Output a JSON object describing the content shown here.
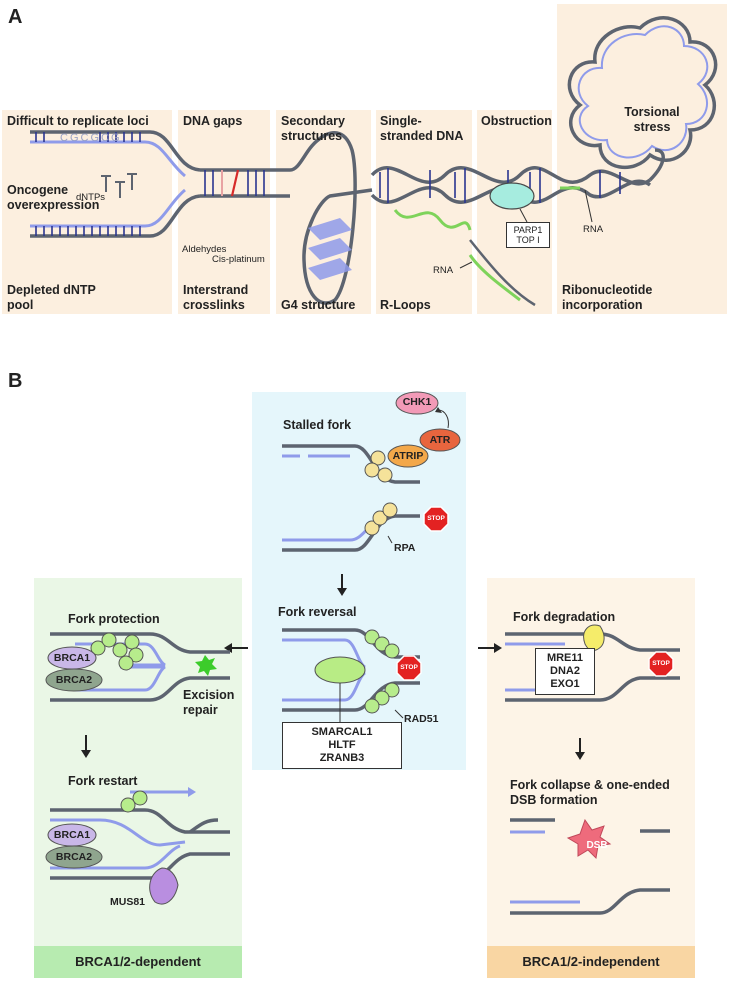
{
  "panel_a": {
    "letter": "A",
    "difficult_loci": "Difficult to replicate loci",
    "gc_seq": "CGCGCG",
    "oncogene": "Oncogene overexpression",
    "dntps": "dNTPs",
    "depleted": "Depleted dNTP pool",
    "dna_gaps": "DNA gaps",
    "aldehydes": "Aldehydes",
    "cisplatin": "Cis-platinum",
    "crosslinks": "Interstrand crosslinks",
    "secondary": "Secondary structures",
    "g4": "G4 structure",
    "ssdna": "Single-stranded DNA",
    "rloops": "R-Loops",
    "rna1": "RNA",
    "obstruction": "Obstruction",
    "parp1": "PARP1",
    "top1": "TOP I",
    "rna2": "RNA",
    "ribonucleotide": "Ribonucleotide incorporation",
    "torsional": "Torsional stress"
  },
  "panel_b": {
    "letter": "B",
    "stalled_fork": "Stalled fork",
    "chk1": "CHK1",
    "atr": "ATR",
    "atrip": "ATRIP",
    "stop": "STOP",
    "rpa": "RPA",
    "fork_reversal": "Fork reversal",
    "rad51": "RAD51",
    "smarcal1": "SMARCAL1",
    "hltf": "HLTF",
    "zranb3": "ZRANB3",
    "fork_protection": "Fork protection",
    "brca1": "BRCA1",
    "brca2": "BRCA2",
    "excision": "Excision repair",
    "fork_restart": "Fork restart",
    "mus81": "MUS81",
    "dependent": "BRCA1/2-dependent",
    "fork_degradation": "Fork degradation",
    "mre11": "MRE11",
    "dna2": "DNA2",
    "exo1": "EXO1",
    "collapse": "Fork collapse & one-ended DSB formation",
    "dsb": "DSB",
    "independent": "BRCA1/2-independent"
  },
  "colors": {
    "panel_bg": "#fcefdf",
    "strand": "#5d6470",
    "nascent": "#8f9bea",
    "base_dark": "#2a3590",
    "rna_green": "#7ed35a",
    "center_bg": "#e5f6fb",
    "left_bg": "#eaf7e6",
    "right_bg": "#fdf4e7",
    "dep_bar": "#b7ebb0",
    "indep_bar": "#f9d6a3",
    "stop_red": "#e32222"
  }
}
